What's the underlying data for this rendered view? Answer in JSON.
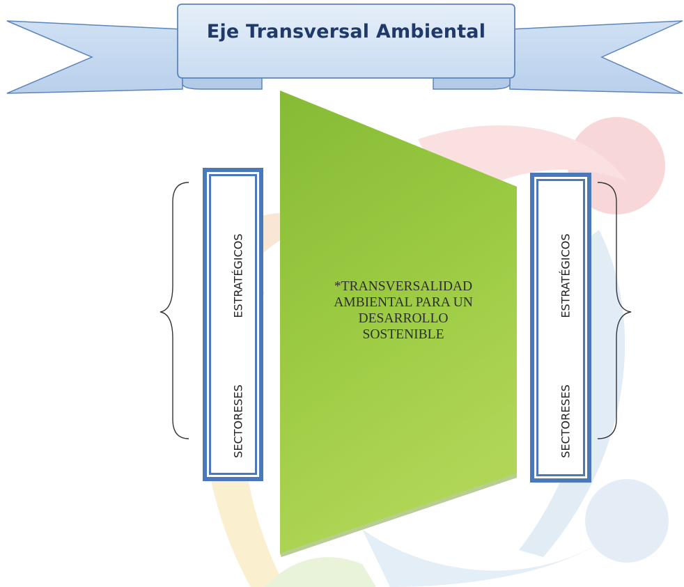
{
  "banner": {
    "title": "Eje  Transversal Ambiental"
  },
  "center_box": {
    "lines": [
      "*TRANSVERSALIDAD",
      "AMBIENTAL PARA UN",
      "DESARROLLO",
      "SOSTENIBLE"
    ],
    "fill_top": "#8bbf3a",
    "fill_bottom": "#a9d14a"
  },
  "left_panel": {
    "word_top": "ESTRATÉGICOS",
    "word_bottom": "SECTORESES"
  },
  "right_panel": {
    "word_top": "ESTRATÉGICOS",
    "word_bottom": "SECTORESES"
  },
  "colors": {
    "banner_fill": "#dbe8f6",
    "banner_stroke": "#5b85b8",
    "banner_text": "#1f3a68",
    "panel_frame": "#4a78b8",
    "center_green": "#9bc840"
  }
}
